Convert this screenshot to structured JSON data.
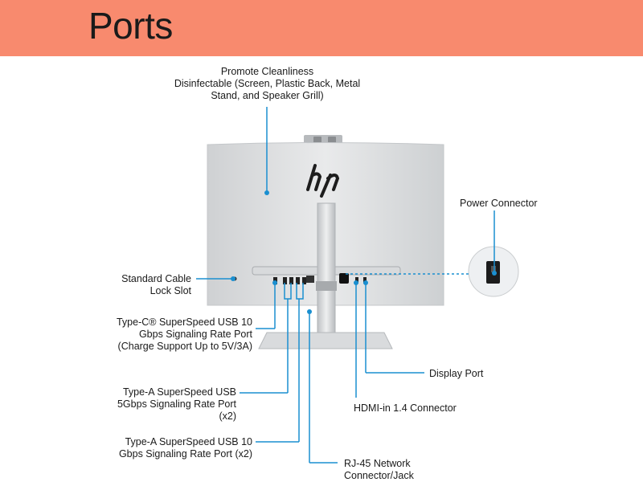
{
  "header": {
    "title": "Ports",
    "background_color": "#f88a6e"
  },
  "accent_color": "#1a8fd0",
  "labels": {
    "cleanliness": [
      "Promote Cleanliness",
      "Disinfectable (Screen, Plastic Back, Metal",
      "Stand, and Speaker Grill)"
    ],
    "power_connector": [
      "Power Connector"
    ],
    "cable_lock": [
      "Standard Cable",
      "Lock Slot"
    ],
    "usb_c": [
      "Type-C® SuperSpeed USB 10",
      "Gbps Signaling Rate Port",
      "(Charge Support Up to 5V/3A)"
    ],
    "usb_a_5g": [
      "Type-A SuperSpeed USB",
      "5Gbps Signaling Rate Port",
      "(x2)"
    ],
    "usb_a_10g": [
      "Type-A SuperSpeed USB 10",
      "Gbps Signaling Rate Port (x2)"
    ],
    "display_port": [
      "Display Port"
    ],
    "hdmi": [
      "HDMI-in 1.4 Connector"
    ],
    "rj45": [
      "RJ-45 Network",
      "Connector/Jack"
    ]
  }
}
